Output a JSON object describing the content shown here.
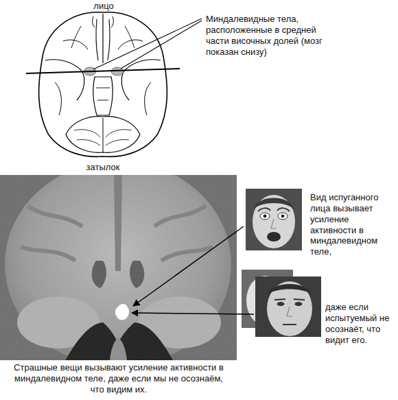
{
  "diagram": {
    "caption": "Страшные вещи вызывают усиление активности в миндалевидном теле, даже если мы не осознаём, что видим их.",
    "labels": [
      "лицо",
      "затылок",
      "Миндалевидные тела, расположенные в средней части височных долей (мозг показан снизу)",
      "Вид испуганного лица вызывает усиление активности в миндалевидном теле,",
      "даже если испытуемый не осознаёт, что видит его."
    ]
  }
}
